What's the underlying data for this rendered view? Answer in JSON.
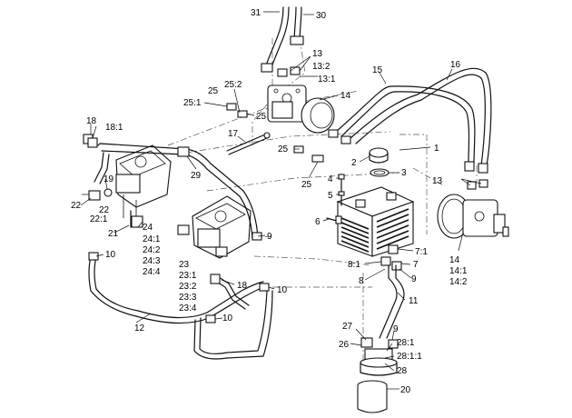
{
  "callouts": {
    "c31": "31",
    "c30": "30",
    "c13a": "13",
    "c13_2a": "13:2",
    "c13_1a": "13:1",
    "c15": "15",
    "c16": "16",
    "c25_2": "25:2",
    "c25a": "25",
    "c25_1": "25:1",
    "c25b": "25",
    "c14a": "14",
    "c18a": "18",
    "c18_1": "18:1",
    "c17": "17",
    "c1": "1",
    "c2": "2",
    "c3": "3",
    "c25c": "25",
    "c25d": "25",
    "c29": "29",
    "c4": "4",
    "c5": "5",
    "c19": "19",
    "c22a": "22",
    "c13b": "13",
    "c22b": "22",
    "c22_1": "22:1",
    "c6": "6",
    "c24": "24",
    "c24_1": "24:1",
    "c24_2": "24:2",
    "c24_3": "24:3",
    "c24_4": "24:4",
    "c21": "21",
    "c9a": "9",
    "c14b": "14",
    "c14_1": "14:1",
    "c14_2": "14:2",
    "c7_1": "7:1",
    "c7": "7",
    "c10a": "10",
    "c23": "23",
    "c23_1": "23:1",
    "c23_2": "23:2",
    "c23_3": "23:3",
    "c23_4": "23:4",
    "c8_1": "8:1",
    "c8": "8",
    "c9b": "9",
    "c18b": "18",
    "c10b": "10",
    "c11": "11",
    "c12": "12",
    "c10c": "10",
    "c27": "27",
    "c9c": "9",
    "c28_1": "28:1",
    "c26": "26",
    "c28_1_1": "28:1:1",
    "c28": "28",
    "c20": "20"
  }
}
